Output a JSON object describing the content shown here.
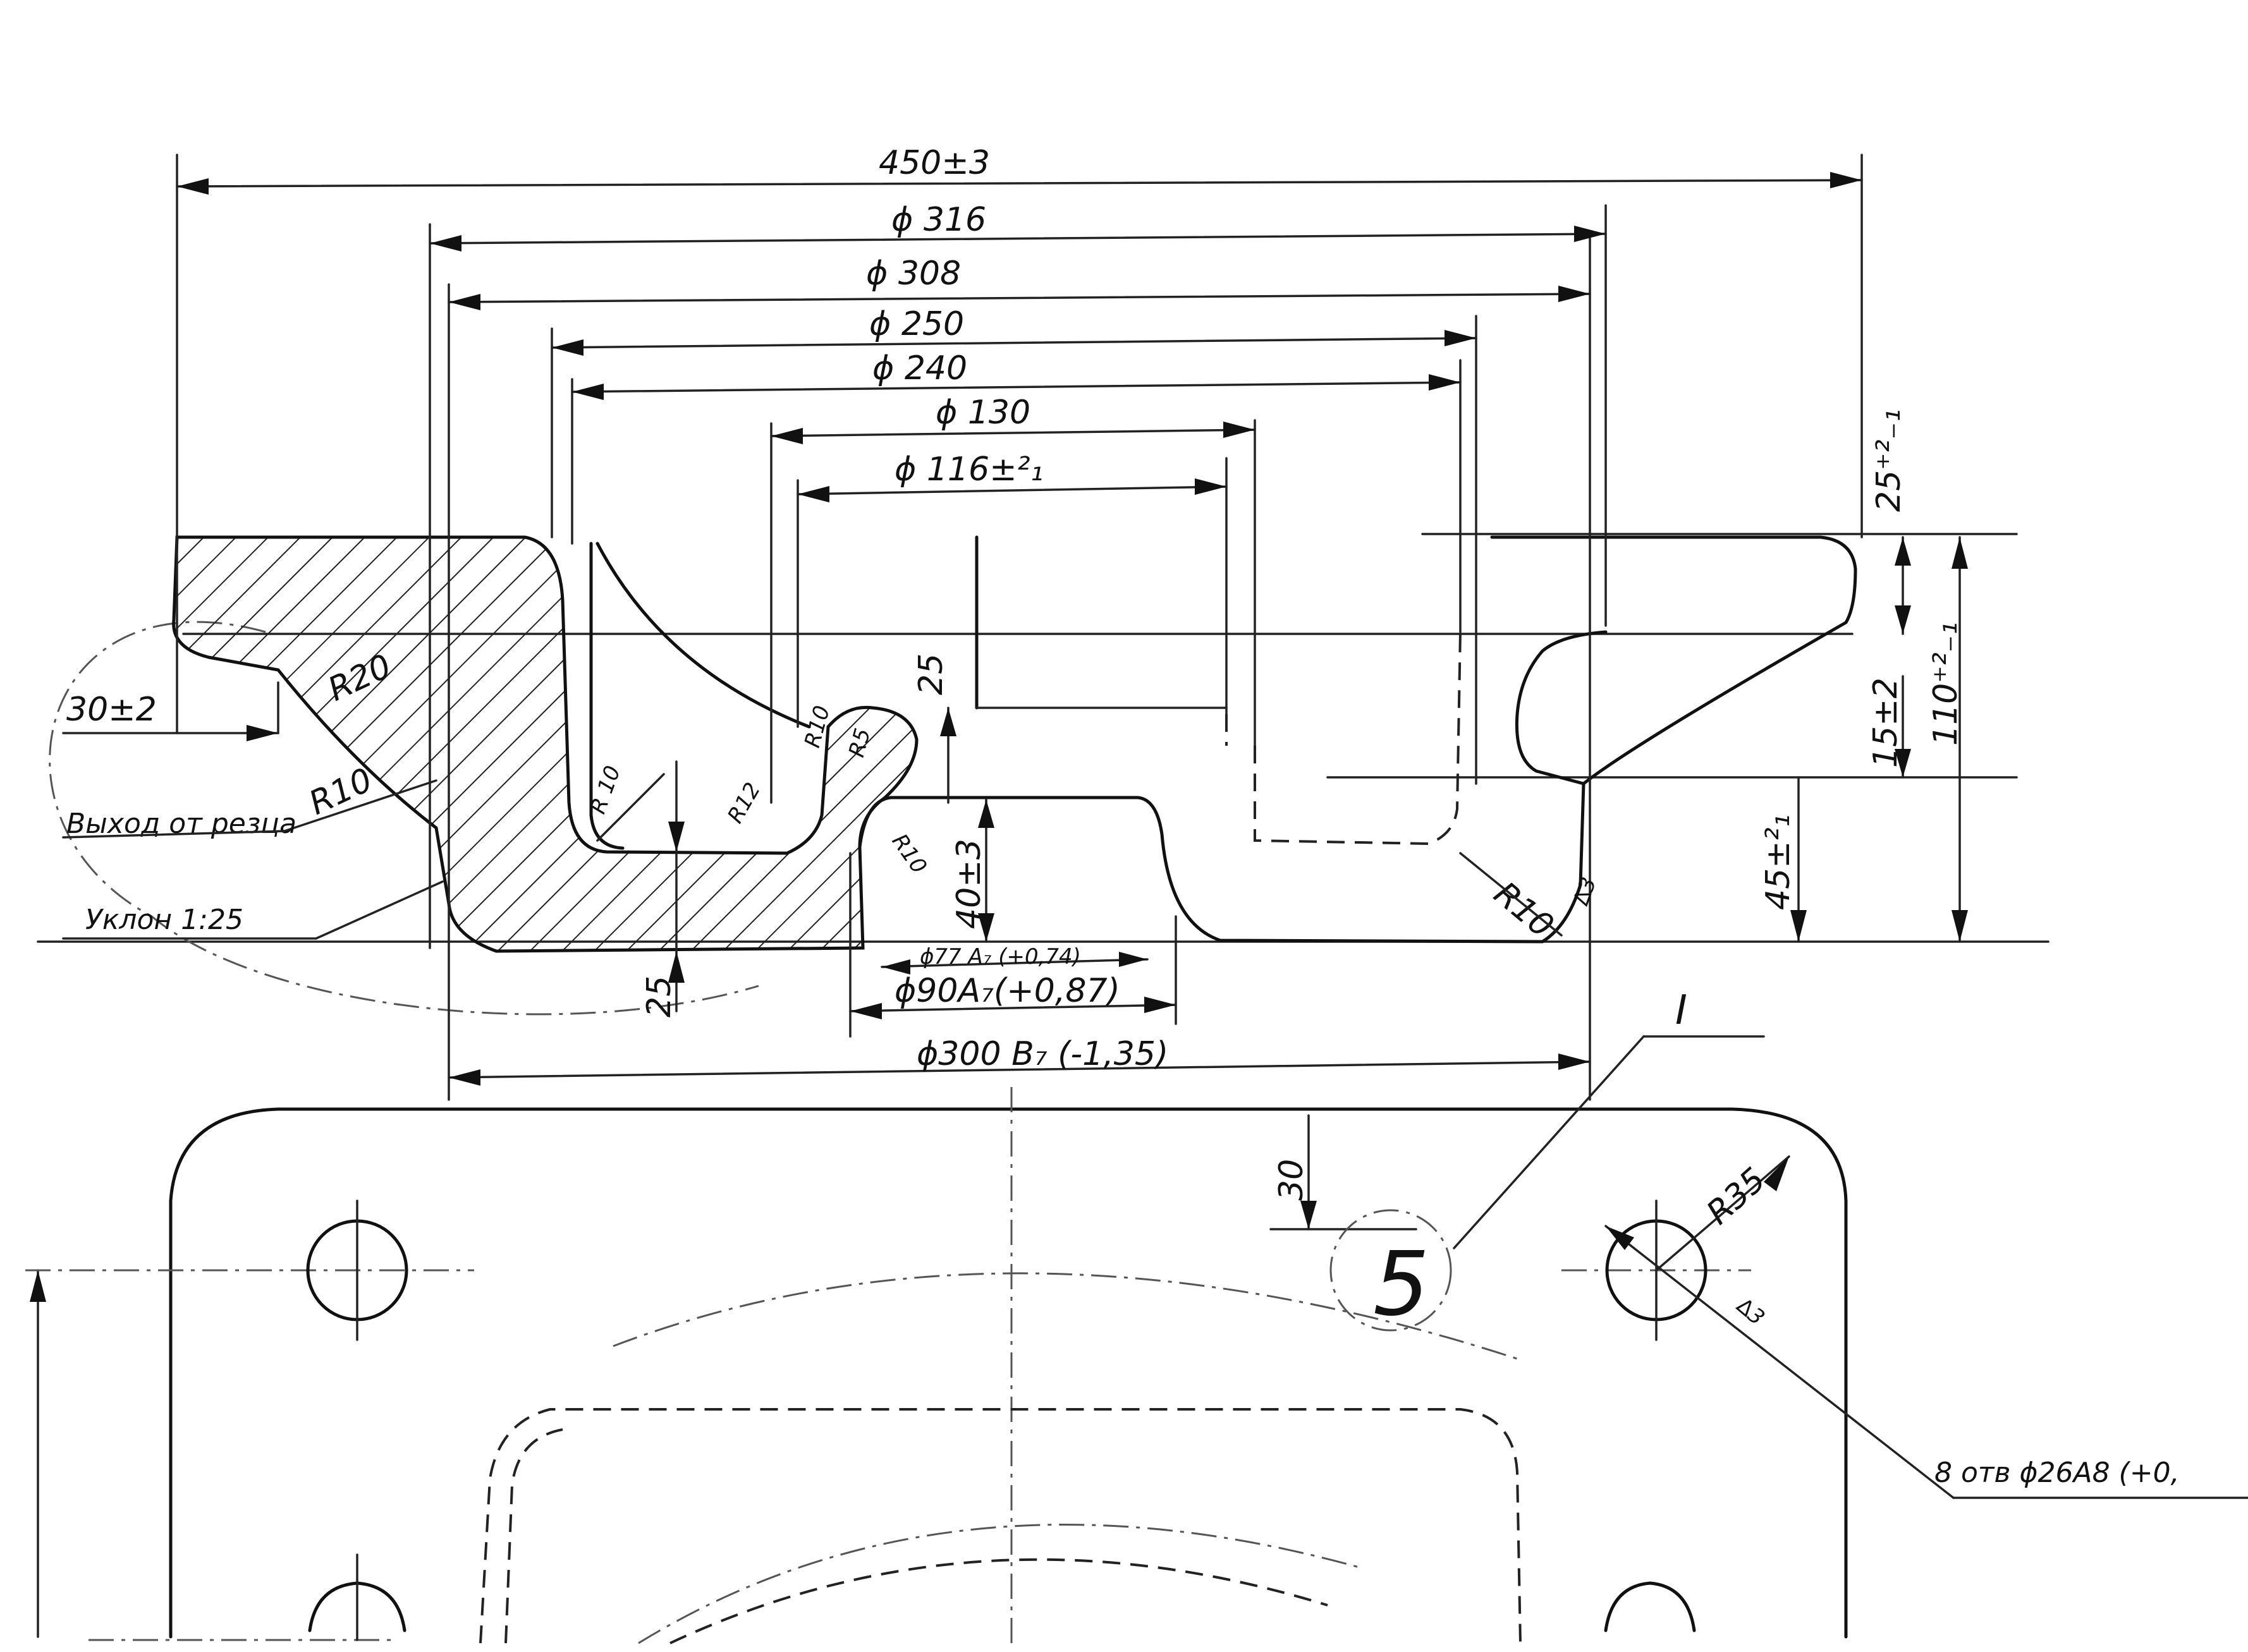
{
  "dimensions": {
    "d450": "450±3",
    "d316": "ϕ 316",
    "d308": "ϕ  308",
    "d250": "ϕ 250",
    "d240": "ϕ 240",
    "d130": "ϕ 130",
    "d116": "ϕ 116±²₁",
    "d25top": "25",
    "d25r": "25⁺²₋₁",
    "d110": "110⁺²₋₁",
    "d15": "15±2",
    "d45": "45±²₁",
    "d30": "30±2",
    "d40": "40±3",
    "d25bottom": "25",
    "d77": "ϕ77 A₇ (+0,74)",
    "d90": "ϕ90A₇(+0,87)",
    "d300": "ϕ300 B₇ (-1,35)",
    "d30b": "30"
  },
  "radii": {
    "r20": "R20",
    "r10a": "R10",
    "r10b": "R 10",
    "r12": "R12",
    "r10c": "R10",
    "r5": "R5",
    "r10d": "R10",
    "r10e": "R10",
    "r35": "R35"
  },
  "notes": {
    "cutter_exit": "Выход от резца",
    "slope": "Уклон 1:25",
    "view_mark": "I",
    "detail_number": "5",
    "holes": "8 отв ϕ26A8 (+0,",
    "roughness_1": "∆3",
    "roughness_2": "∆3"
  }
}
